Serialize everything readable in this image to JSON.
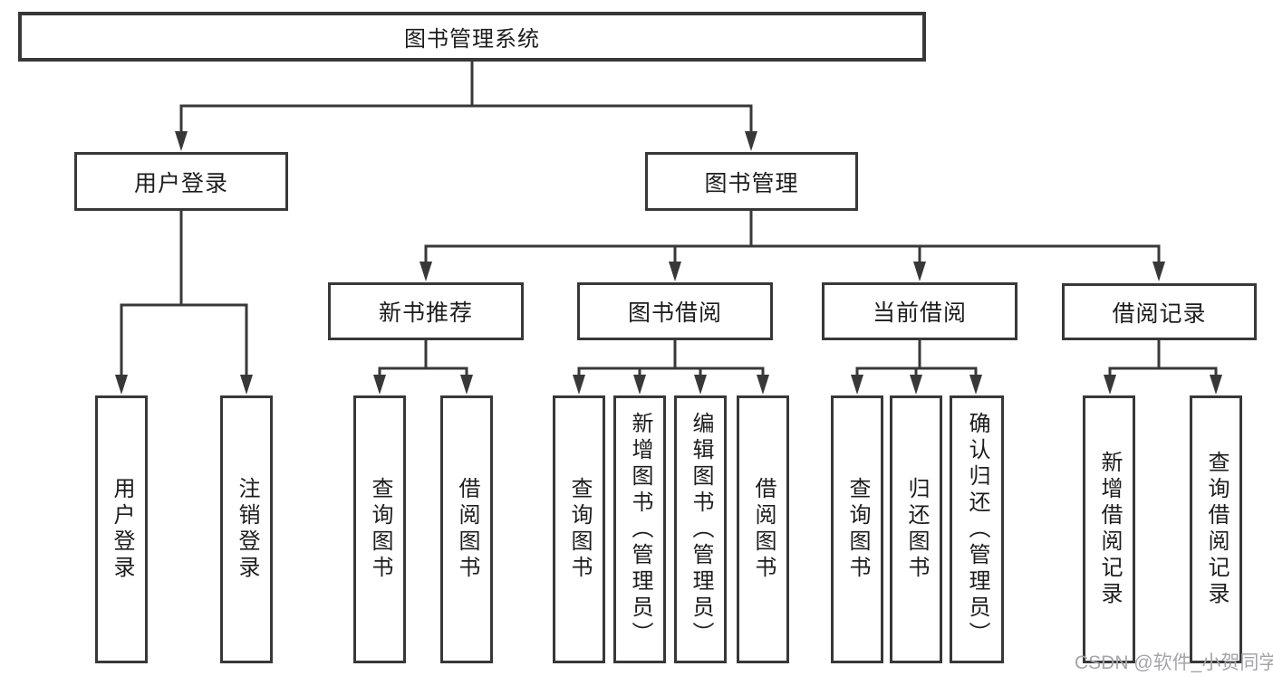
{
  "diagram": {
    "title": "图书管理系统",
    "login": {
      "label": "用户登录",
      "children": [
        "用户登录",
        "注销登录"
      ]
    },
    "management": {
      "label": "图书管理"
    },
    "modules": [
      {
        "label": "新书推荐",
        "children": [
          "查询图书",
          "借阅图书"
        ]
      },
      {
        "label": "图书借阅",
        "children": [
          "查询图书",
          "新增图书（管理员）",
          "编辑图书（管理员）",
          "借阅图书"
        ]
      },
      {
        "label": "当前借阅",
        "children": [
          "查询图书",
          "归还图书",
          "确认归还（管理员）"
        ]
      },
      {
        "label": "借阅记录",
        "children": [
          "新增借阅记录",
          "查询借阅记录"
        ]
      }
    ],
    "watermark": "CSDN @软件_小贺同学"
  },
  "colors": {
    "line": "#383838",
    "text": "#1d1d1d",
    "box_background": "#ffffff",
    "watermark": "#a5a5a9"
  }
}
